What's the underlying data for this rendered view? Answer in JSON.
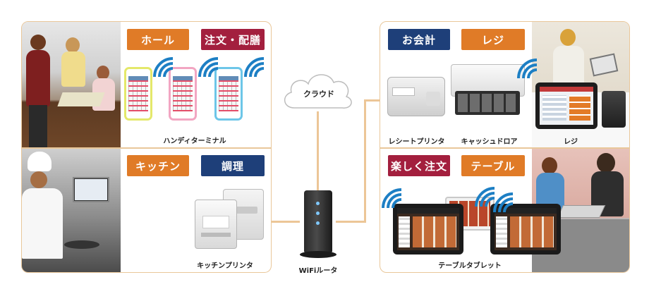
{
  "left_panel": {
    "hall_tag": "ホール",
    "order_tag": "注文・配膳",
    "handy_caption": "ハンディターミナル",
    "kitchen_tag": "キッチン",
    "cooking_tag": "調理",
    "kitchen_printer_caption": "キッチンプリンタ"
  },
  "center": {
    "cloud_label": "クラウド",
    "router_caption": "WiFiルータ"
  },
  "right_panel": {
    "checkout_tag": "お会計",
    "register_tag": "レジ",
    "receipt_printer_caption": "レシートプリンタ",
    "cash_drawer_caption": "キャッシュドロア",
    "register_caption": "レジ",
    "fun_order_tag": "楽しく注文",
    "table_tag": "テーブル",
    "table_tablet_caption": "テーブルタブレット"
  },
  "colors": {
    "orange": "#e07b27",
    "red": "#a31f3e",
    "navy": "#1e3f79",
    "wifi_blue": "#1d7fc4",
    "connector": "#ecc697",
    "panel_border": "#e9c79a"
  },
  "icons": {
    "wifi": "wifi-icon",
    "cloud": "cloud-icon"
  }
}
